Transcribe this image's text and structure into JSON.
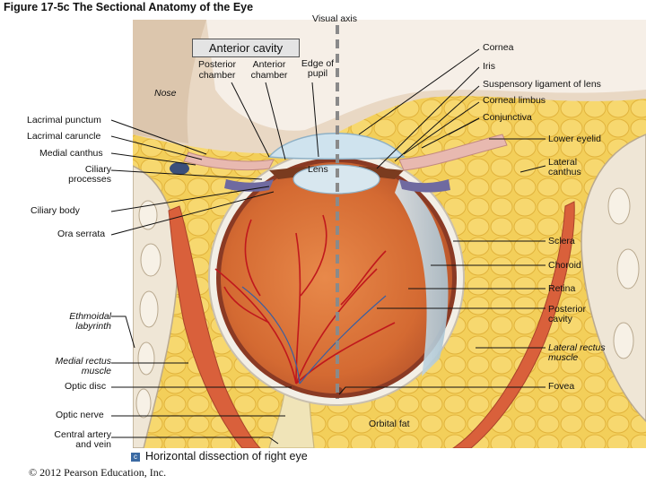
{
  "title": "Figure 17-5c  The Sectional Anatomy of the Eye",
  "visual_axis": "Visual axis",
  "anterior_cavity": "Anterior cavity",
  "posterior_chamber": "Posterior chamber",
  "anterior_chamber": "Anterior chamber",
  "edge_of_pupil": "Edge of pupil",
  "nose": "Nose",
  "lens": "Lens",
  "left_labels": {
    "lacrimal_punctum": "Lacrimal punctum",
    "lacrimal_caruncle": "Lacrimal caruncle",
    "medial_canthus": "Medial canthus",
    "ciliary_processes": "Ciliary processes",
    "ciliary_body": "Ciliary body",
    "ora_serrata": "Ora serrata",
    "ethmoidal_labyrinth": "Ethmoidal labyrinth",
    "medial_rectus": "Medial rectus muscle",
    "optic_disc": "Optic disc",
    "optic_nerve": "Optic nerve",
    "central_artery": "Central artery and vein"
  },
  "right_labels": {
    "cornea": "Cornea",
    "iris": "Iris",
    "suspensory": "Suspensory ligament of lens",
    "corneal_limbus": "Corneal limbus",
    "conjunctiva": "Conjunctiva",
    "lower_eyelid": "Lower eyelid",
    "lateral_canthus": "Lateral canthus",
    "sclera": "Sclera",
    "choroid": "Choroid",
    "retina": "Retina",
    "posterior_cavity": "Posterior cavity",
    "lateral_rectus": "Lateral rectus muscle",
    "fovea": "Fovea",
    "orbital_fat": "Orbital fat"
  },
  "caption": "Horizontal dissection of right eye",
  "caption_icon": "c",
  "copyright": "© 2012 Pearson Education, Inc.",
  "colors": {
    "fat": "#f2c94c",
    "bone": "#efe6d6",
    "muscle": "#d9603b",
    "eye_interior": "#d8723a",
    "sclera": "#f3efe6",
    "vitreous": "#cfe0ea",
    "vessel": "#c0181d",
    "nerve": "#f0e4b8"
  }
}
